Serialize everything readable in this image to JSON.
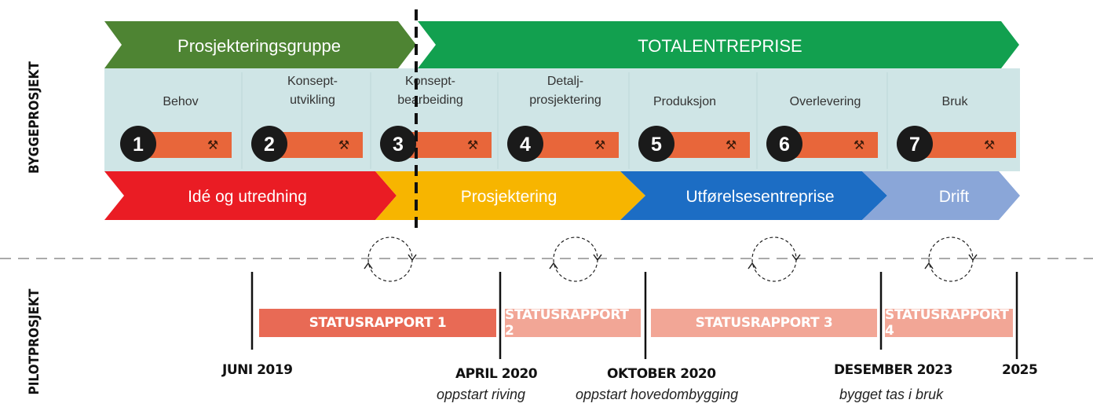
{
  "side_labels": {
    "top": "BYGGEPROSJEKT",
    "bottom": "PILOTPROSJEKT"
  },
  "top_arrows": [
    {
      "label": "Prosjekteringsgruppe",
      "color": "#4e8433"
    },
    {
      "label": "TOTALENTREPRISE",
      "color": "#12a04f"
    }
  ],
  "phases": [
    {
      "number": "1",
      "label": "Behov"
    },
    {
      "number": "2",
      "label": "Konsept-\nutvikling"
    },
    {
      "number": "3",
      "label": "Konsept-\nbearbeiding"
    },
    {
      "number": "4",
      "label": "Detalj-\nprosjektering"
    },
    {
      "number": "5",
      "label": "Produksjon"
    },
    {
      "number": "6",
      "label": "Overlevering"
    },
    {
      "number": "7",
      "label": "Bruk"
    }
  ],
  "bottom_arrows": [
    {
      "label": "Idé og utredning",
      "color": "#ea1c24"
    },
    {
      "label": "Prosjektering",
      "color": "#f7b500"
    },
    {
      "label": "Utførelsesentreprise",
      "color": "#1c6dc4"
    },
    {
      "label": "Drift",
      "color": "#8aa6d8"
    }
  ],
  "status_reports": [
    {
      "label": "STATUSRAPPORT 1",
      "color": "#e86a55"
    },
    {
      "label": "STATUSRAPPORT 2",
      "color": "#f2a696"
    },
    {
      "label": "STATUSRAPPORT 3",
      "color": "#f2a696"
    },
    {
      "label": "STATUSRAPPORT 4",
      "color": "#f2a696"
    }
  ],
  "milestones": [
    {
      "date": "JUNI 2019",
      "note": ""
    },
    {
      "date": "APRIL 2020",
      "note": "oppstart riving"
    },
    {
      "date": "OKTOBER 2020",
      "note": "oppstart hovedombygging"
    },
    {
      "date": "DESEMBER 2023",
      "note": "bygget tas i bruk"
    },
    {
      "date": "2025",
      "note": ""
    }
  ],
  "colors": {
    "phase_band": "#cfe5e6",
    "phase_bar": "#e8663a",
    "phase_badge": "#1a1a1a"
  }
}
